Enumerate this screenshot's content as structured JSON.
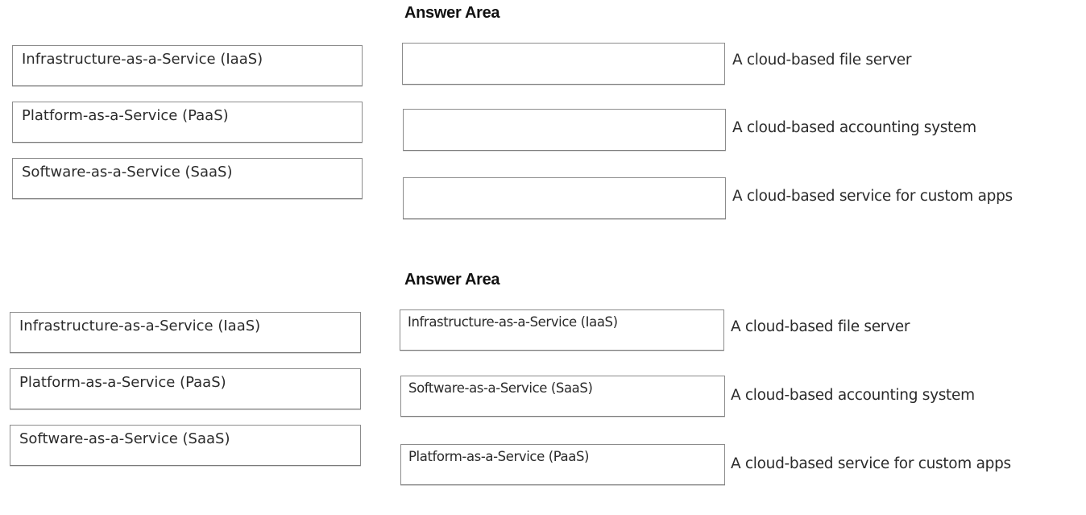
{
  "question": {
    "answer_area_title": "Answer Area",
    "options": [
      {
        "label": "Infrastructure-as-a-Service (IaaS)"
      },
      {
        "label": "Platform-as-a-Service (PaaS)"
      },
      {
        "label": "Software-as-a-Service (SaaS)"
      }
    ],
    "targets": [
      {
        "value": "",
        "description": "A cloud-based file server"
      },
      {
        "value": "",
        "description": "A cloud-based accounting system"
      },
      {
        "value": "",
        "description": "A cloud-based service for custom apps"
      }
    ]
  },
  "answer": {
    "answer_area_title": "Answer Area",
    "options": [
      {
        "label": "Infrastructure-as-a-Service (IaaS)"
      },
      {
        "label": "Platform-as-a-Service (PaaS)"
      },
      {
        "label": "Software-as-a-Service (SaaS)"
      }
    ],
    "targets": [
      {
        "value": "Infrastructure-as-a-Service (IaaS)",
        "description": "A cloud-based file server"
      },
      {
        "value": "Software-as-a-Service (SaaS)",
        "description": "A cloud-based accounting system"
      },
      {
        "value": "Platform-as-a-Service (PaaS)",
        "description": "A cloud-based service for custom apps"
      }
    ]
  }
}
